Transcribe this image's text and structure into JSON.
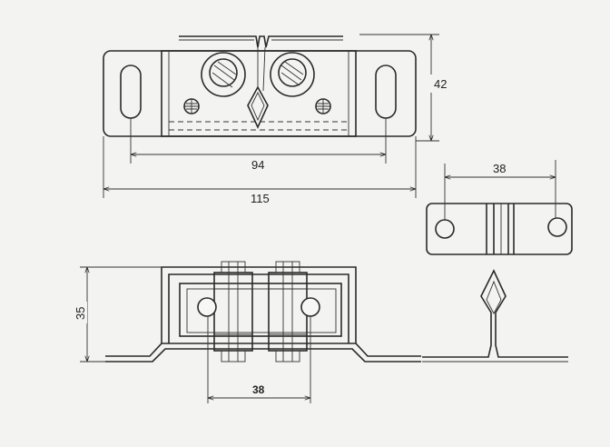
{
  "dimensions": {
    "top_height": "42",
    "top_hole_spacing": "94",
    "top_overall_width": "115",
    "side_hole_spacing": "38",
    "front_height": "35",
    "front_hole_spacing": "38"
  },
  "colors": {
    "paper": "#f3f3f1",
    "ink": "#2a2a2a"
  }
}
